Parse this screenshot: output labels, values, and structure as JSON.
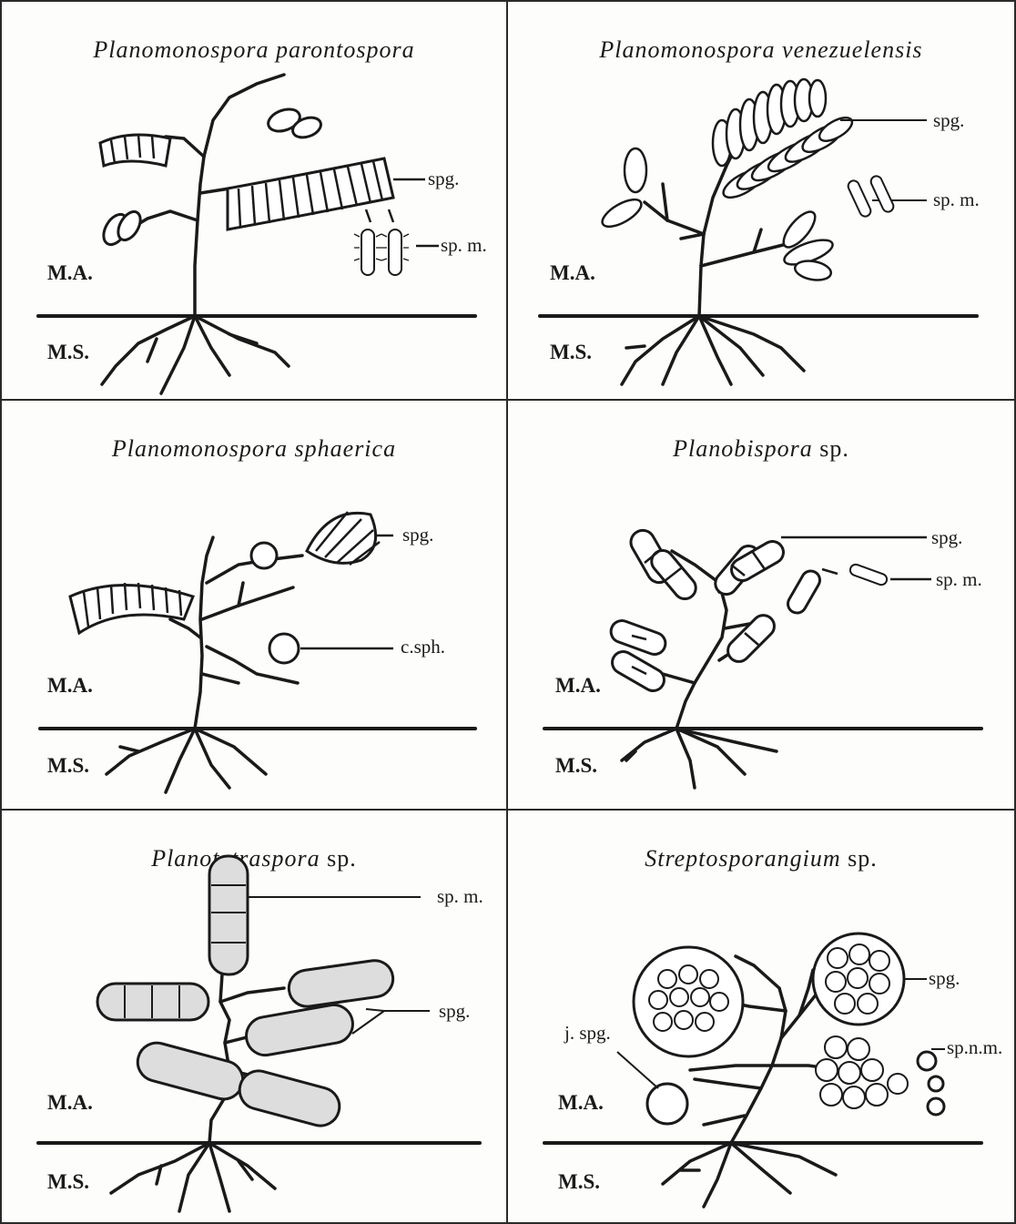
{
  "labels": {
    "aerial": "M.A.",
    "substrate": "M.S.",
    "sporangium": "spg.",
    "spore_motile": "sp. m.",
    "spore_nonmotile": "sp.n.m.",
    "spherical_cell": "c.sph.",
    "juvenile_sporangium": "j. spg."
  },
  "panels": [
    {
      "genus": "Planomonospora",
      "epithet": "parontospora",
      "epithet_italic": true
    },
    {
      "genus": "Planomonospora",
      "epithet": "venezuelensis",
      "epithet_italic": true
    },
    {
      "genus": "Planomonospora",
      "epithet": "sphaerica",
      "epithet_italic": true
    },
    {
      "genus": "Planobispora",
      "epithet": "sp.",
      "epithet_italic": false
    },
    {
      "genus": "Planotetraspora",
      "epithet": "sp.",
      "epithet_italic": false
    },
    {
      "genus": "Streptosporangium",
      "epithet": "sp.",
      "epithet_italic": false
    }
  ]
}
